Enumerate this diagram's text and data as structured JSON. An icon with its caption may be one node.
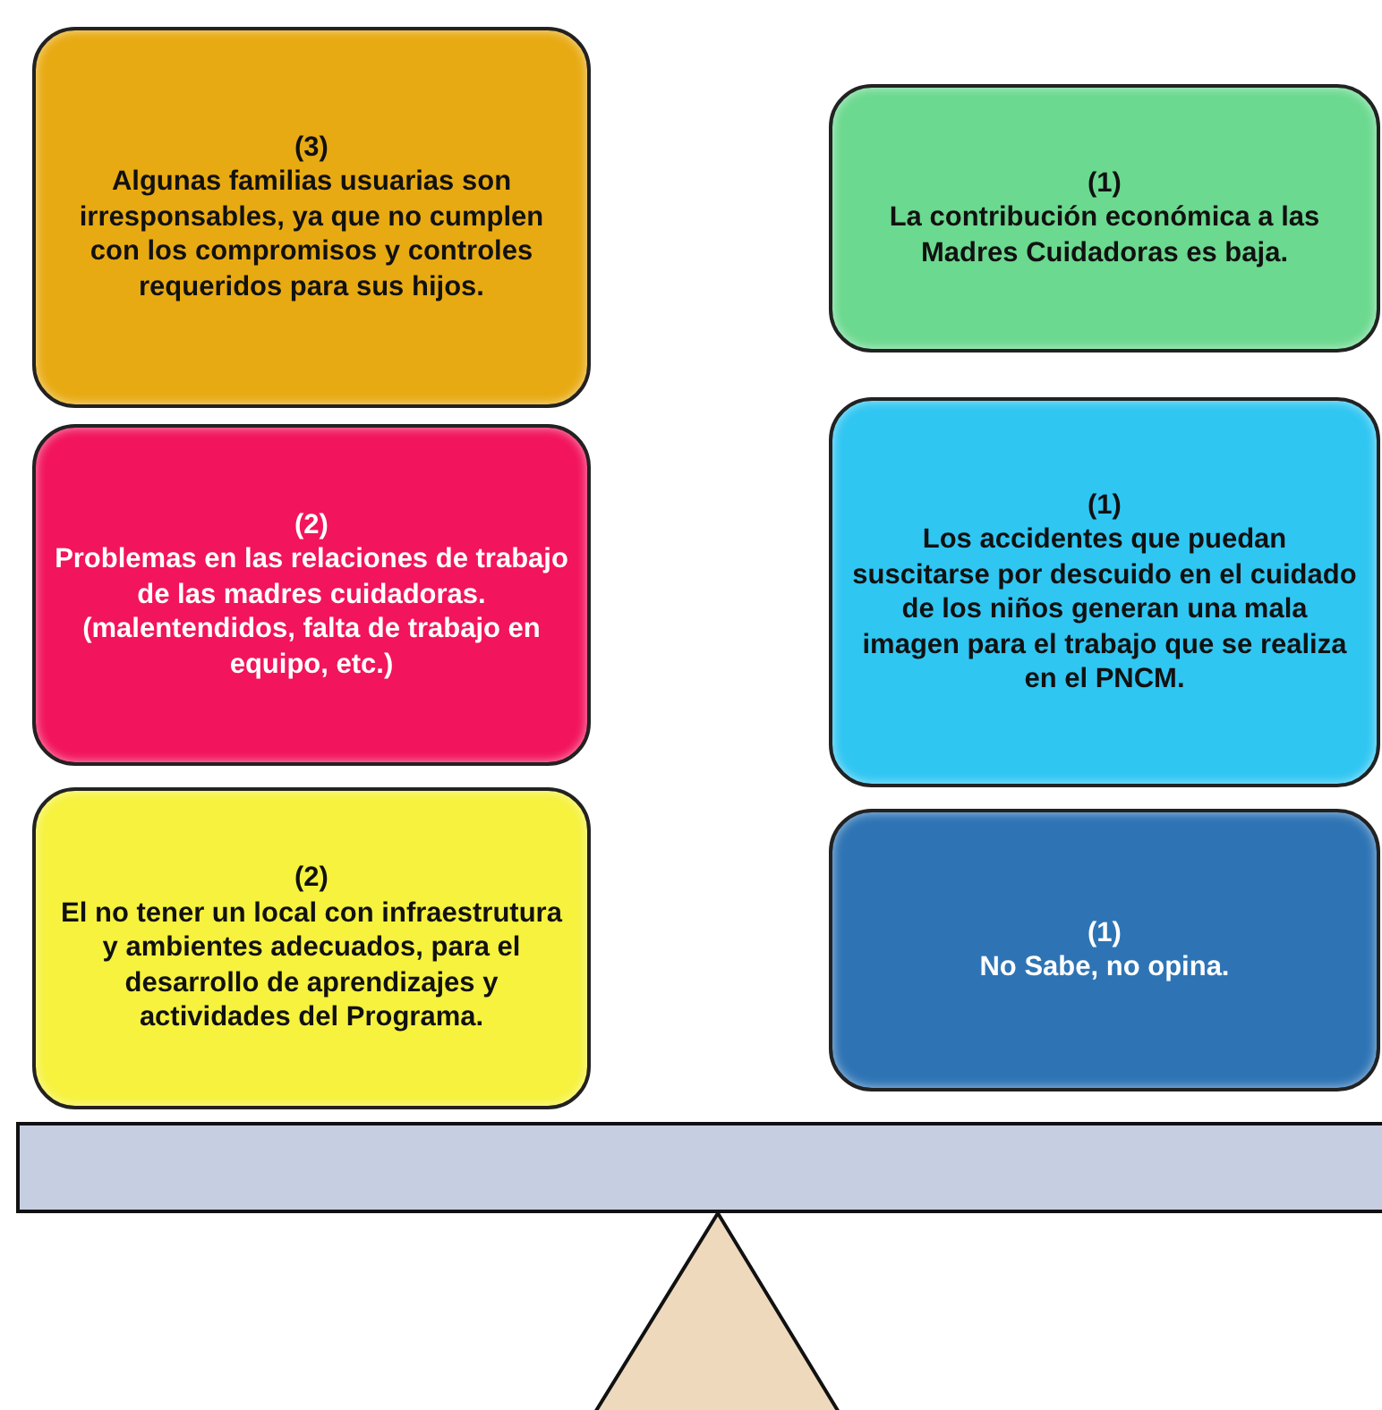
{
  "diagram": {
    "nodes": [
      {
        "text": [
          "(3)",
          "Algunas familias usuarias son irresponsables, ya que no cumplen con los compromisos y controles requeridos para sus hijos."
        ]
      },
      {
        "text": [
          "(1)",
          "La contribución económica a las Madres Cuidadoras es baja."
        ]
      },
      {
        "text": [
          "(2)",
          "Problemas en las relaciones de trabajo de las madres cuidadoras. (malentendidos, falta de trabajo en equipo, etc.)"
        ]
      },
      {
        "text": [
          "(1)",
          "Los accidentes que puedan suscitarse por descuido  en el cuidado de los niños generan una mala imagen para el trabajo que se realiza en el PNCM."
        ]
      },
      {
        "text": [
          "(2)",
          "El no tener un local con infraestrutura y ambientes adecuados, para el desarrollo de aprendizajes y actividades del Programa."
        ]
      },
      {
        "text": [
          "(1)",
          "No Sabe, no opina."
        ]
      }
    ]
  }
}
